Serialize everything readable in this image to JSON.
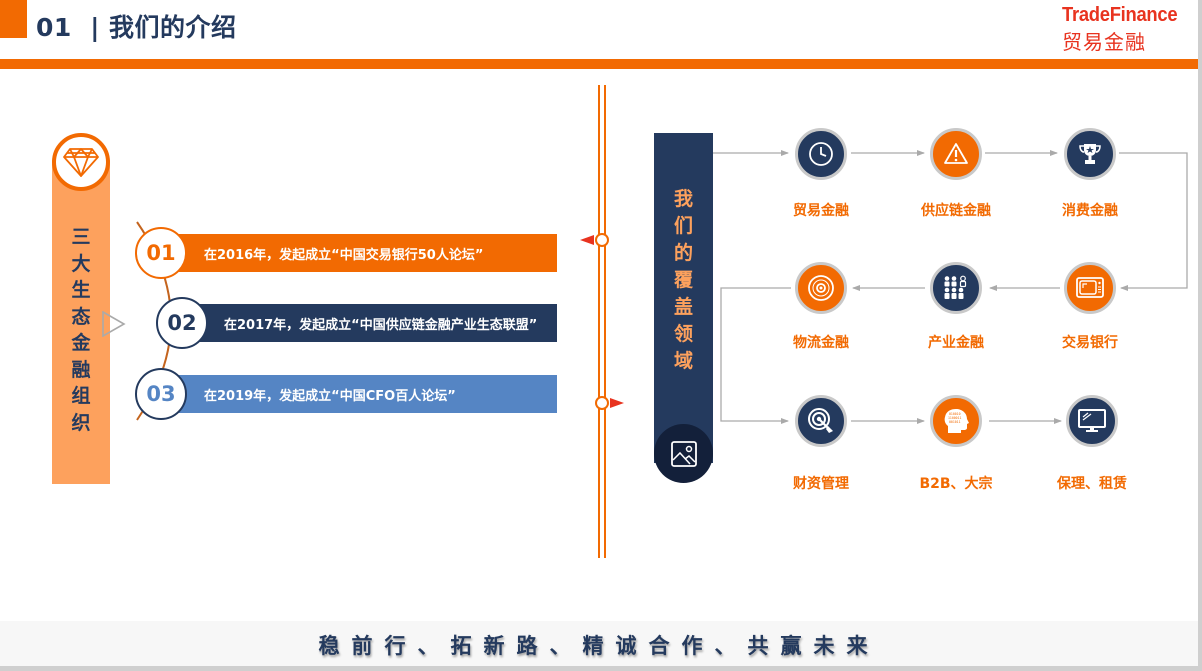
{
  "header": {
    "title": "01  | 我们的介绍",
    "logo_en": "TradeFinance",
    "logo_cn": "贸易金融"
  },
  "ecosystem": {
    "title": "三大生态金融组织",
    "icon": "diamond-icon",
    "items": [
      {
        "num": "01",
        "text": "在2016年，发起成立“中国交易银行50人论坛”",
        "color": "#F26A02"
      },
      {
        "num": "02",
        "text": "在2017年，发起成立“中国供应链金融产业生态联盟”",
        "color": "#243A5E"
      },
      {
        "num": "03",
        "text": "在2019年，发起成立“中国CFO百人论坛”",
        "color": "#5585C4"
      }
    ]
  },
  "coverage": {
    "title": "我们的覆盖领域",
    "icon": "image-icon",
    "nodes": [
      {
        "label": "贸易金融",
        "icon": "clock-icon",
        "style": "navy"
      },
      {
        "label": "供应链金融",
        "icon": "warning-icon",
        "style": "orange"
      },
      {
        "label": "消费金融",
        "icon": "trophy-icon",
        "style": "navy"
      },
      {
        "label": "物流金融",
        "icon": "disc-icon",
        "style": "orange"
      },
      {
        "label": "产业金融",
        "icon": "people-group-icon",
        "style": "navy"
      },
      {
        "label": "交易银行",
        "icon": "tv-icon",
        "style": "orange"
      },
      {
        "label": "财资管理",
        "icon": "target-icon",
        "style": "navy"
      },
      {
        "label": "B2B、大宗",
        "icon": "head-data-icon",
        "style": "orange"
      },
      {
        "label": "保理、租赁",
        "icon": "monitor-icon",
        "style": "navy"
      }
    ]
  },
  "footer": {
    "slogan": "稳前行、拓新路、精诚合作、共赢未来"
  },
  "colors": {
    "orange": "#F26A02",
    "light_orange": "#FDA15D",
    "navy": "#243A5E",
    "blue": "#5585C4",
    "logo_red": "#E8331F"
  }
}
